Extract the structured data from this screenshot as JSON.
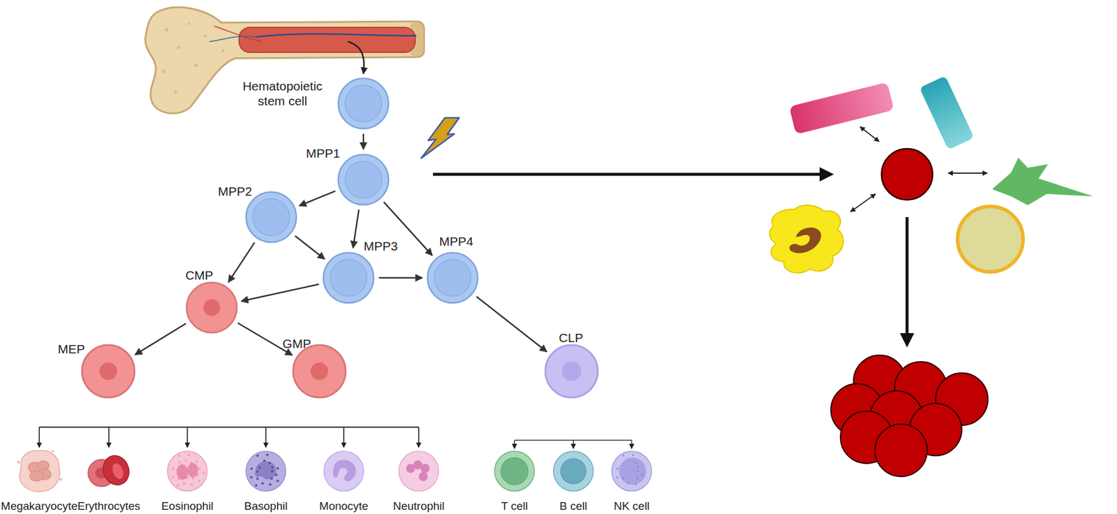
{
  "diagram": {
    "nodes": [
      {
        "text": [
          "Hematopoietic stem cell"
        ]
      },
      {
        "text": [
          "MPP1"
        ]
      },
      {
        "text": [
          "MPP2"
        ]
      },
      {
        "text": [
          "MPP3"
        ]
      },
      {
        "text": [
          "MPP4"
        ]
      },
      {
        "text": [
          "CMP"
        ]
      },
      {
        "text": [
          "MEP"
        ]
      },
      {
        "text": [
          "GMP"
        ]
      },
      {
        "text": [
          "CLP"
        ]
      },
      {
        "text": [
          "Megakaryocyte"
        ]
      },
      {
        "text": [
          "Erythrocytes"
        ]
      },
      {
        "text": [
          "Eosinophil"
        ]
      },
      {
        "text": [
          "Basophil"
        ]
      },
      {
        "text": [
          "Monocyte"
        ]
      },
      {
        "text": [
          "Neutrophil"
        ]
      },
      {
        "text": [
          "T cell"
        ]
      },
      {
        "text": [
          "B cell"
        ]
      },
      {
        "text": [
          "NK cell"
        ]
      }
    ],
    "edges": [
      {
        "from": 0,
        "to": 1,
        "arrow": "to"
      },
      {
        "from": 1,
        "to": 2,
        "arrow": "to"
      },
      {
        "from": 1,
        "to": 3,
        "arrow": "to"
      },
      {
        "from": 1,
        "to": 4,
        "arrow": "to"
      },
      {
        "from": 2,
        "to": 5,
        "arrow": "to"
      },
      {
        "from": 2,
        "to": 3,
        "arrow": "to"
      },
      {
        "from": 3,
        "to": 5,
        "arrow": "to"
      },
      {
        "from": 3,
        "to": 4,
        "arrow": "to"
      },
      {
        "from": 4,
        "to": 8,
        "arrow": "to"
      },
      {
        "from": 5,
        "to": 6,
        "arrow": "to"
      },
      {
        "from": 5,
        "to": 7,
        "arrow": "to"
      }
    ]
  }
}
